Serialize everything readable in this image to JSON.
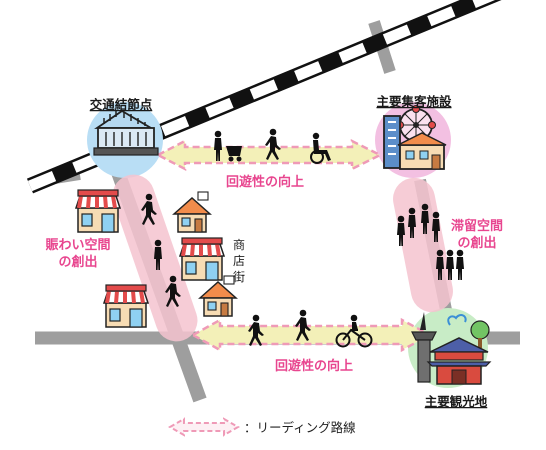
{
  "places": {
    "transit_hub": "交通結節点",
    "major_facility": "主要集客施設",
    "tourist_spot": "主要観光地"
  },
  "routes": {
    "upper": "回遊性の向上",
    "lower": "回遊性の向上"
  },
  "zones": {
    "left_line1": "賑わい空間",
    "left_line2": "の創出",
    "right_line1": "滞留空間",
    "right_line2": "の創出"
  },
  "shopping_street": [
    "商",
    "店",
    "街"
  ],
  "legend": {
    "label": "：リーディング路線"
  },
  "colors": {
    "pink_text": "#e8468f",
    "route_fill": "#f3f0b8",
    "route_outline": "#ef9ab7",
    "circle_blue": "#b9def5",
    "circle_pink": "#f3c0e2",
    "circle_green": "#c8ecc6",
    "road_gray": "#9e9e9e",
    "rail": "#111111"
  }
}
